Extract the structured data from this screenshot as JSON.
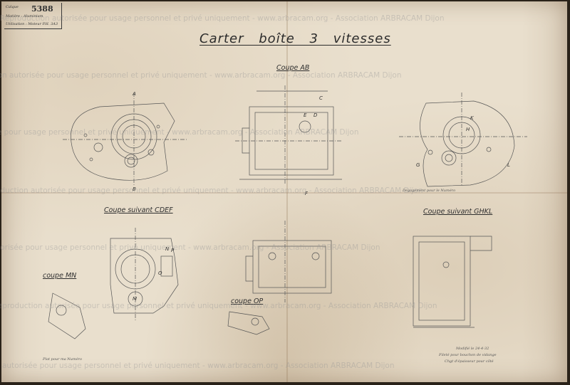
{
  "sheet": {
    "number": "5388",
    "stamp_label": "Calque",
    "stamp_line2": "Matière : Aluminium",
    "stamp_line3": "Utilisation : Moteur P.H. 3A3"
  },
  "title": "Carter boîte 3 vitesses",
  "sections": {
    "coupe_ab": "Coupe AB",
    "coupe_cdef": "Coupe suivant CDEF",
    "coupe_ghkl": "Coupe suivant GHKL",
    "coupe_mn": "coupe MN",
    "coupe_op": "coupe OP"
  },
  "section_letters": [
    "A",
    "B",
    "C",
    "D",
    "E",
    "F",
    "G",
    "H",
    "K",
    "L",
    "M",
    "N",
    "O",
    "P"
  ],
  "notes": {
    "bottom_left": "Plat pour ma Numéro",
    "bottom_right_1": "Modifié le 24-4-32",
    "bottom_right_2": "Fileté pour bouchon de vidange",
    "bottom_right_3": "Chgt d'épaisseur pour côté",
    "right_mid": "Dégagement pour le Numéro"
  },
  "watermark_text": "Reproduction autorisée pour usage personnel et privé uniquement - www.arbracam.org - Association ARBRACAM Dijon"
}
